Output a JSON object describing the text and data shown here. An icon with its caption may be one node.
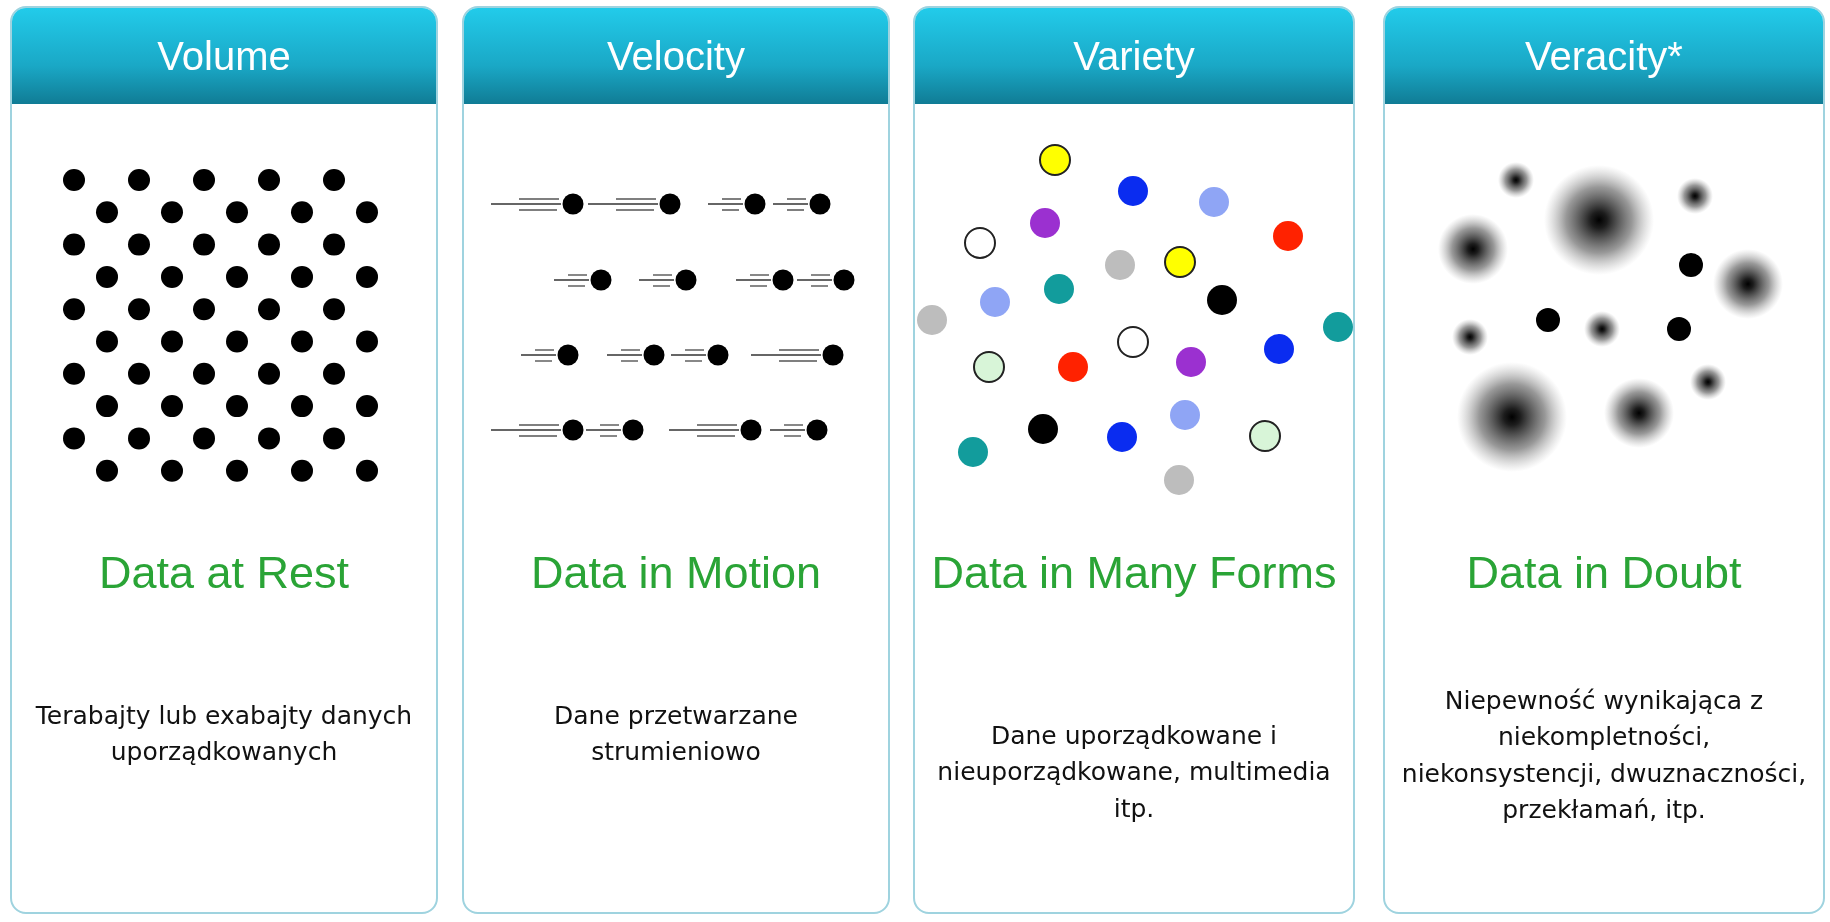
{
  "diagram": {
    "nodes": [
      {
        "text": [
          "Volume",
          "Data at Rest",
          "Terabajty lub exabajty danych uporządkowanych"
        ]
      },
      {
        "text": [
          "Velocity",
          "Data in Motion",
          "Dane przetwarzane strumieniowo"
        ]
      },
      {
        "text": [
          "Variety",
          "Data in Many Forms",
          "Dane uporządkowane i nieuporządkowane, multimedia itp."
        ]
      },
      {
        "text": [
          "Veracity*",
          "Data in Doubt",
          "Niepewność wynikająca z niekompletności, niekonsystencji, dwuznaczności, przekłamań, itp."
        ]
      }
    ]
  }
}
